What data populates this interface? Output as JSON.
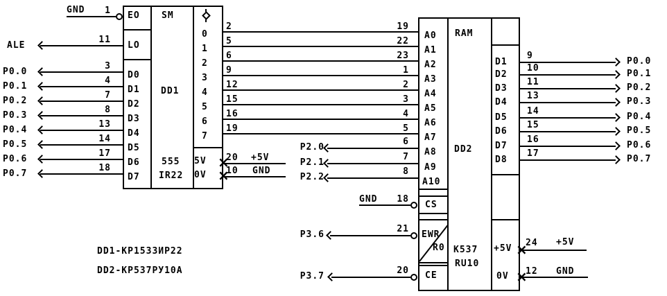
{
  "colors": {
    "ink": "#000000",
    "paper": "#ffffff"
  },
  "icons": {
    "x_mark": "×"
  },
  "notes": {
    "dd1": "DD1-КР1533ИР22",
    "dd2": "DD2-КР537РУ10А"
  },
  "dd1": {
    "function": "SM",
    "designator": "DD1",
    "series": "555",
    "part": "IR22",
    "inputs": [
      {
        "port": "GND",
        "pin": "1",
        "cell": "EO"
      },
      {
        "port": "ALE",
        "pin": "11",
        "cell": "LO"
      },
      {
        "port": "P0.0",
        "pin": "3",
        "cell": "D0"
      },
      {
        "port": "P0.1",
        "pin": "4",
        "cell": "D1"
      },
      {
        "port": "P0.2",
        "pin": "7",
        "cell": "D2"
      },
      {
        "port": "P0.3",
        "pin": "8",
        "cell": "D3"
      },
      {
        "port": "P0.4",
        "pin": "13",
        "cell": "D4"
      },
      {
        "port": "P0.5",
        "pin": "14",
        "cell": "D5"
      },
      {
        "port": "P0.6",
        "pin": "17",
        "cell": "D6"
      },
      {
        "port": "P0.7",
        "pin": "18",
        "cell": "D7"
      }
    ],
    "outputs": [
      {
        "out": "0",
        "pin": "2"
      },
      {
        "out": "1",
        "pin": "5"
      },
      {
        "out": "2",
        "pin": "6"
      },
      {
        "out": "3",
        "pin": "9"
      },
      {
        "out": "4",
        "pin": "12"
      },
      {
        "out": "5",
        "pin": "15"
      },
      {
        "out": "6",
        "pin": "16"
      },
      {
        "out": "7",
        "pin": "19"
      }
    ],
    "power": {
      "vcc": "5V",
      "vcc_pin": "20",
      "vcc_net": "+5V",
      "gnd": "0V",
      "gnd_pin": "10",
      "gnd_net": "GND"
    }
  },
  "dd2": {
    "function": "RAM",
    "designator": "DD2",
    "part1": "K537",
    "part2": "RU10",
    "address": [
      {
        "cell": "A0",
        "pin": "19"
      },
      {
        "cell": "A1",
        "pin": "22"
      },
      {
        "cell": "A2",
        "pin": "23"
      },
      {
        "cell": "A3",
        "pin": "1"
      },
      {
        "cell": "A4",
        "pin": "2"
      },
      {
        "cell": "A5",
        "pin": "3"
      },
      {
        "cell": "A6",
        "pin": "4"
      },
      {
        "cell": "A7",
        "pin": "5"
      },
      {
        "cell": "A8",
        "pin": "6",
        "port": "P2.0"
      },
      {
        "cell": "A9",
        "pin": "7",
        "port": "P2.1"
      },
      {
        "cell": "A10",
        "pin": "8",
        "port": "P2.2"
      }
    ],
    "controls": [
      {
        "cell": "CS",
        "pin": "18",
        "port": "GND"
      },
      {
        "cell_top": "EWR",
        "cell_bottom": "R0",
        "pin": "21",
        "port": "P3.6"
      },
      {
        "cell": "CE",
        "pin": "20",
        "port": "P3.7"
      }
    ],
    "data": [
      {
        "cell": "D1",
        "pin": "9",
        "port": "P0.0"
      },
      {
        "cell": "D2",
        "pin": "10",
        "port": "P0.1"
      },
      {
        "cell": "D3",
        "pin": "11",
        "port": "P0.2"
      },
      {
        "cell": "D4",
        "pin": "13",
        "port": "P0.3"
      },
      {
        "cell": "D5",
        "pin": "14",
        "port": "P0.4"
      },
      {
        "cell": "D6",
        "pin": "15",
        "port": "P0.5"
      },
      {
        "cell": "D7",
        "pin": "16",
        "port": "P0.6"
      },
      {
        "cell": "D8",
        "pin": "17",
        "port": "P0.7"
      }
    ],
    "power": {
      "vcc": "+5V",
      "vcc_pin": "24",
      "vcc_net": "+5V",
      "gnd": "0V",
      "gnd_pin": "12",
      "gnd_net": "GND"
    }
  }
}
